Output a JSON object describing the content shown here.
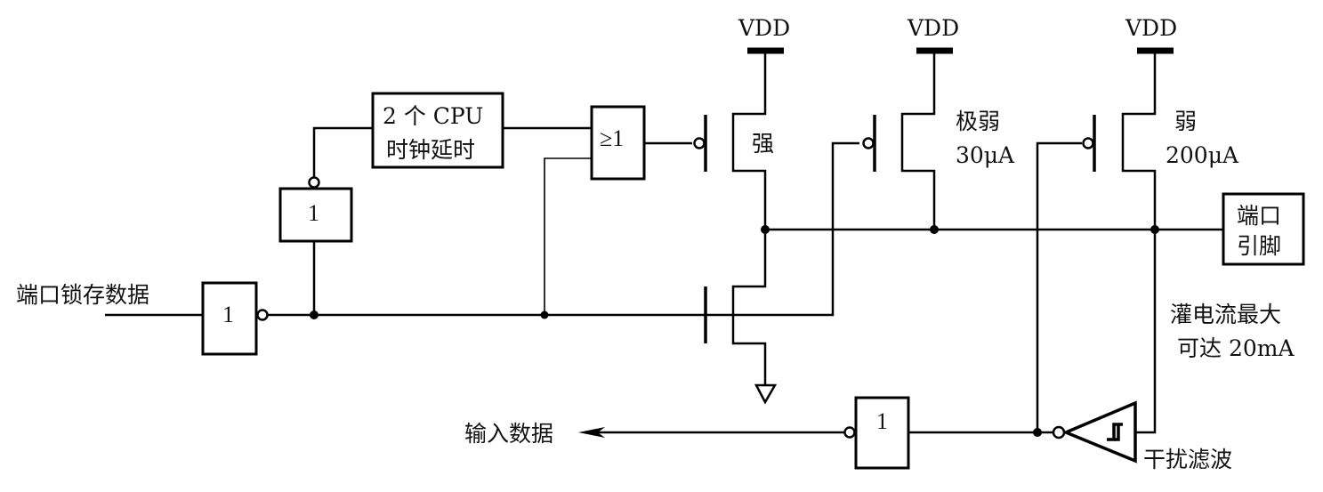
{
  "diagram": {
    "labels": {
      "port_latch_data": "端口锁存数据",
      "input_data": "输入数据",
      "delay_line1": "2 个 CPU",
      "delay_line2": "时钟延时",
      "or_gate": "≥1",
      "inv_symbol": "1",
      "vdd": "VDD",
      "strong": "强",
      "very_weak_line1": "极弱",
      "very_weak_line2": "30μA",
      "weak_line1": "弱",
      "weak_line2": "200μA",
      "pin_line1": "端口",
      "pin_line2": "引脚",
      "sink_line1": "灌电流最大",
      "sink_line2": "可达 20mA",
      "filter": "干扰滤波"
    }
  }
}
